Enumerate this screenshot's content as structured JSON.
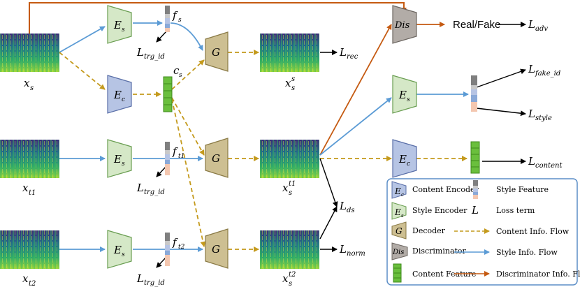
{
  "spectrograms": {
    "x_s": {
      "label": "x",
      "sub": "s"
    },
    "x_t1": {
      "label": "x",
      "sub": "t1"
    },
    "x_t2": {
      "label": "x",
      "sub": "t2"
    },
    "x_s_s": {
      "label": "x",
      "sub": "s",
      "sup": "s"
    },
    "x_s_t1": {
      "label": "x",
      "sub": "s",
      "sup": "t1"
    },
    "x_s_t2": {
      "label": "x",
      "sub": "s",
      "sup": "t2"
    }
  },
  "modules": {
    "style_encoder": {
      "label": "E",
      "sub": "s"
    },
    "content_encoder": {
      "label": "E",
      "sub": "c"
    },
    "decoder": {
      "label": "G"
    },
    "discriminator": {
      "label": "Dis"
    }
  },
  "features": {
    "f_s": {
      "label": "f",
      "sub": "s"
    },
    "c_s": {
      "label": "c",
      "sub": "s"
    },
    "f_t1": {
      "label": "f",
      "sub": "t1"
    },
    "f_t2": {
      "label": "f",
      "sub": "t2"
    }
  },
  "losses": {
    "trg_id": {
      "label": "L",
      "sub": "trg_id"
    },
    "rec": {
      "label": "L",
      "sub": "rec"
    },
    "adv": {
      "label": "L",
      "sub": "adv"
    },
    "fake_id": {
      "label": "L",
      "sub": "fake_id"
    },
    "style": {
      "label": "L",
      "sub": "style"
    },
    "content": {
      "label": "L",
      "sub": "content"
    },
    "ds": {
      "label": "L",
      "sub": "ds"
    },
    "norm": {
      "label": "L",
      "sub": "norm"
    }
  },
  "real_fake": "Real/Fake",
  "legend": {
    "content_encoder": "Content Encoder",
    "style_encoder": "Style Encoder",
    "decoder": "Decoder",
    "discriminator": "Discriminator",
    "content_feature": "Content Feature",
    "style_feature": "Style Feature",
    "loss_term_symbol": "L",
    "loss_term": "Loss term",
    "content_flow": "Content Info. Flow",
    "style_flow": "Style Info. Flow",
    "disc_flow": "Discriminator Info. Flow"
  },
  "colors": {
    "style_encoder": "#d5e8c7",
    "content_encoder": "#b6c4e4",
    "decoder": "#cdbf92",
    "discriminator": "#b2aca7",
    "content_feature": "#6abf3d",
    "style_flow": "#5b9bd5",
    "content_flow": "#c49a1d",
    "disc_flow": "#c55a11",
    "legend_border": "#5b8ec7"
  }
}
